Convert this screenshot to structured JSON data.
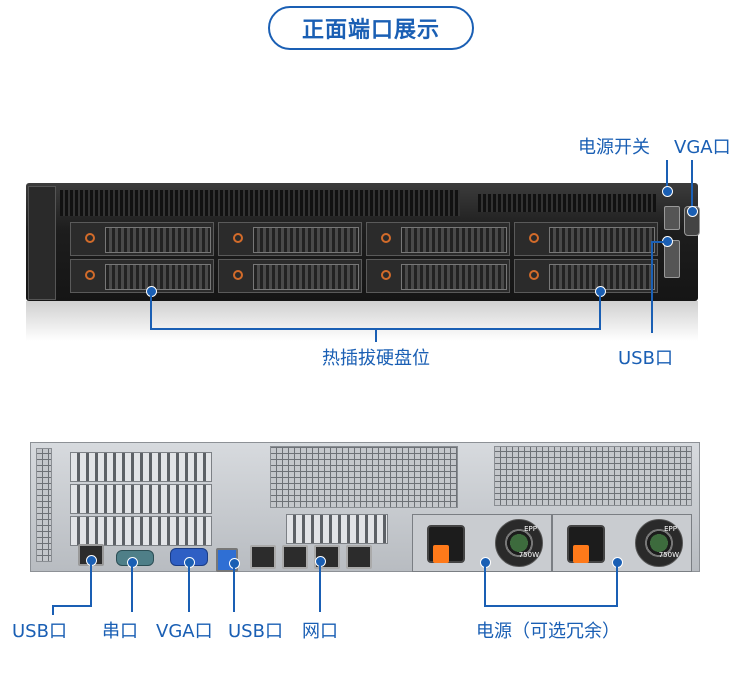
{
  "title": "正面端口展示",
  "front_labels": {
    "power_switch": "电源开关",
    "vga": "VGA口",
    "hot_swap_bays": "热插拔硬盘位",
    "usb": "USB口"
  },
  "rear_labels": {
    "usb": "USB口",
    "serial": "串口",
    "vga": "VGA口",
    "usb2": "USB口",
    "network": "网口",
    "power_supply": "电源（可选冗余）"
  },
  "psu_badge": "EPP",
  "psu_rating": "750W",
  "colors": {
    "accent": "#1a5fb4",
    "drive_led": "#d26b2a",
    "psu_plug": "#ff7a1a",
    "vga_port": "#2f5fc4",
    "serial_port": "#4f7f88"
  }
}
